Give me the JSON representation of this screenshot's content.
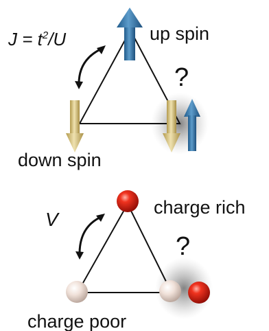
{
  "spin_panel": {
    "coupling": {
      "prefix": "J = t",
      "exponent": "2",
      "suffix": "/U"
    },
    "up_label": "up spin",
    "down_label": "down spin",
    "question": "?"
  },
  "charge_panel": {
    "coupling": "V",
    "rich_label": "charge rich",
    "poor_label": "charge poor",
    "question": "?"
  },
  "colors": {
    "up_arrow": "#2f73a8",
    "down_arrow": "#cdb874",
    "charge_rich": "#d81e10",
    "charge_poor": "#ead8d0",
    "edges": "#111111"
  }
}
